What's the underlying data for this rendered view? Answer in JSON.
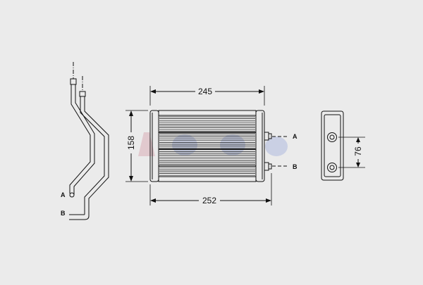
{
  "drawing": {
    "background_color": "#ebebeb",
    "line_color": "#111111",
    "watermark_colors": [
      "#d9a9b2",
      "#a9b5dd"
    ]
  },
  "dimensions": {
    "top_width": "245",
    "bottom_width": "252",
    "height": "158",
    "side_spacing": "76"
  },
  "pipe_labels": {
    "a": "A",
    "b": "B"
  },
  "connector_labels": {
    "a": "A",
    "b": "B"
  }
}
